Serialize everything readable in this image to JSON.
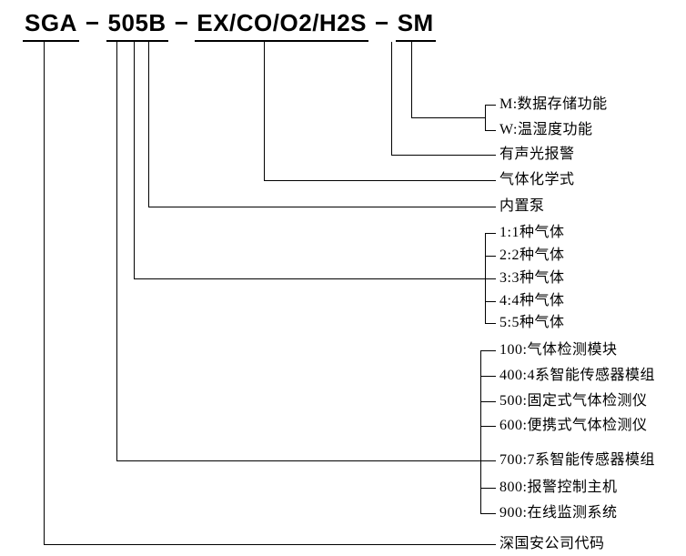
{
  "title": {
    "segments": [
      "SGA",
      "505B",
      "EX/CO/O2/H2S",
      "SM"
    ],
    "separator": "−"
  },
  "labels": {
    "m": "M:数据存储功能",
    "w": "W:温湿度功能",
    "alarm": "有声光报警",
    "formula": "气体化学式",
    "pump": "内置泵",
    "gas_1": "1:1种气体",
    "gas_2": "2:2种气体",
    "gas_3": "3:3种气体",
    "gas_4": "4:4种气体",
    "gas_5": "5:5种气体",
    "series_100": "100:气体检测模块",
    "series_400": "400:4系智能传感器模组",
    "series_500": "500:固定式气体检测仪",
    "series_600": "600:便携式气体检测仪",
    "series_700": "700:7系智能传感器模组",
    "series_800": "800:报警控制主机",
    "series_900": "900:在线监测系统",
    "company": "深国安公司代码"
  },
  "colors": {
    "line": "#000000",
    "text": "#000000",
    "background": "#ffffff"
  }
}
